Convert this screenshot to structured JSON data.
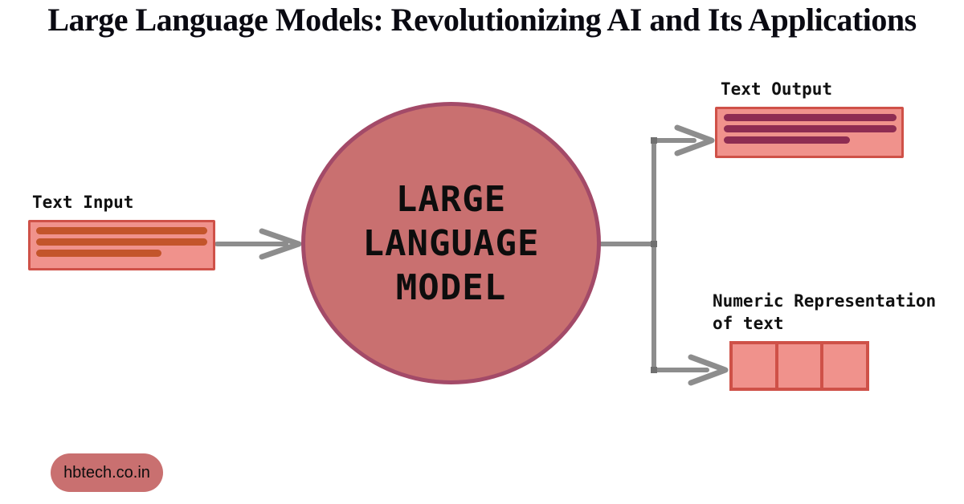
{
  "title": "Large Language Models: Revolutionizing AI and Its Applications",
  "diagram": {
    "input": {
      "label": "Text Input"
    },
    "model": {
      "lines": [
        "LARGE",
        "LANGUAGE",
        "MODEL"
      ]
    },
    "output": {
      "label": "Text Output"
    },
    "numeric": {
      "label_line1": "Numeric Representation",
      "label_line2": "of text",
      "cell_count": 3
    }
  },
  "watermark": {
    "label": "hbtech.co.in"
  },
  "colors": {
    "title-color": "#0a0a12",
    "box-fill": "#f0928c",
    "box-border": "#cf5148",
    "input-line": "#c3552b",
    "output-line": "#8e2c52",
    "circle-fill": "#c97070",
    "circle-border": "#a34a68",
    "arrow-gray": "#8d8d8d",
    "arrow-joint": "#707070"
  }
}
